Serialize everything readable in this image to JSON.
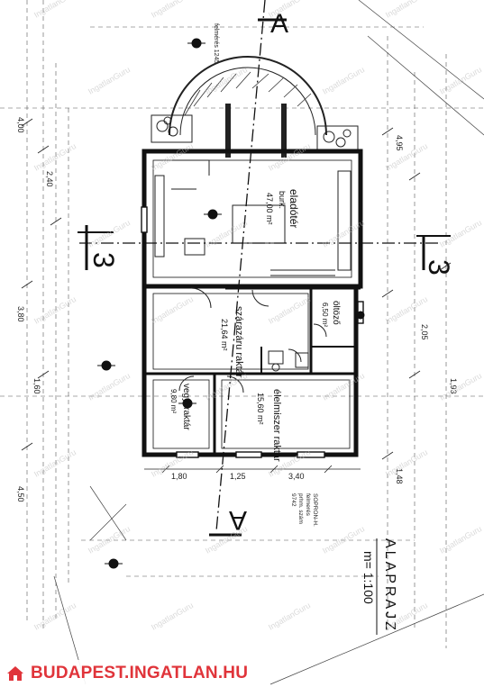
{
  "plan": {
    "section_marker_a": "A",
    "section_marker_b": "3",
    "title": "ALAPRAJZ",
    "scale": "m= 1:100",
    "stamp": "SOPRON-H.\nfelmerés\nprhm. szám\n9742",
    "top_note": "felmérés 1245",
    "rooms": [
      {
        "name": "eladótér",
        "area_label": "47,00 m²",
        "extra": "burk."
      },
      {
        "name": "szárazáru raktár",
        "area_label": "21,64 m²"
      },
      {
        "name": "öltöző",
        "area_label": "6,50 m²"
      },
      {
        "name": "élelmiszer raktár",
        "area_label": "15,60 m²"
      },
      {
        "name": "vegyi raktár",
        "area_label": "9,80 m²"
      }
    ],
    "dimensions": [
      "4,00",
      "3,80",
      "1,60",
      "2,40",
      "4,95",
      "2,05",
      "1,93",
      "1,80",
      "1,25",
      "3,40",
      "1,48",
      "4,50"
    ]
  },
  "watermark": {
    "brand": "BUDAPEST.INGATLAN.HU",
    "repeat": "IngatlanGuru",
    "color": "#e0343a"
  }
}
